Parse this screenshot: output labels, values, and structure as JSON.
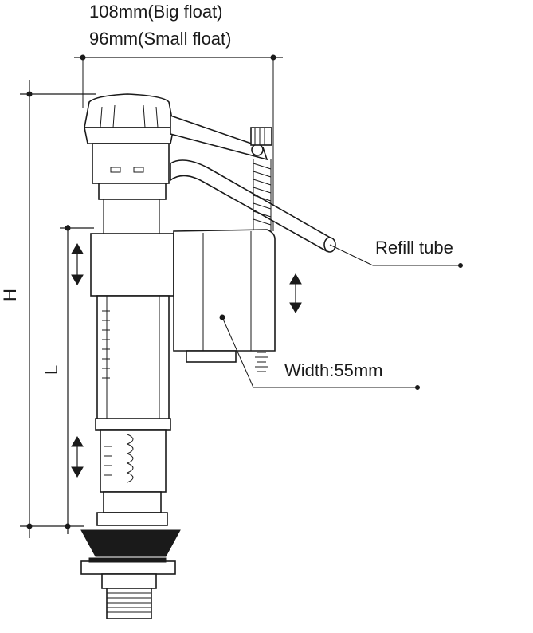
{
  "labels": {
    "big_float": "108mm(Big float)",
    "small_float": "96mm(Small float)",
    "height": "H",
    "length": "L",
    "refill_tube": "Refill tube",
    "width": "Width:55mm"
  },
  "icons": [
    "double-arrow-icon",
    "dot-marker-icon"
  ]
}
